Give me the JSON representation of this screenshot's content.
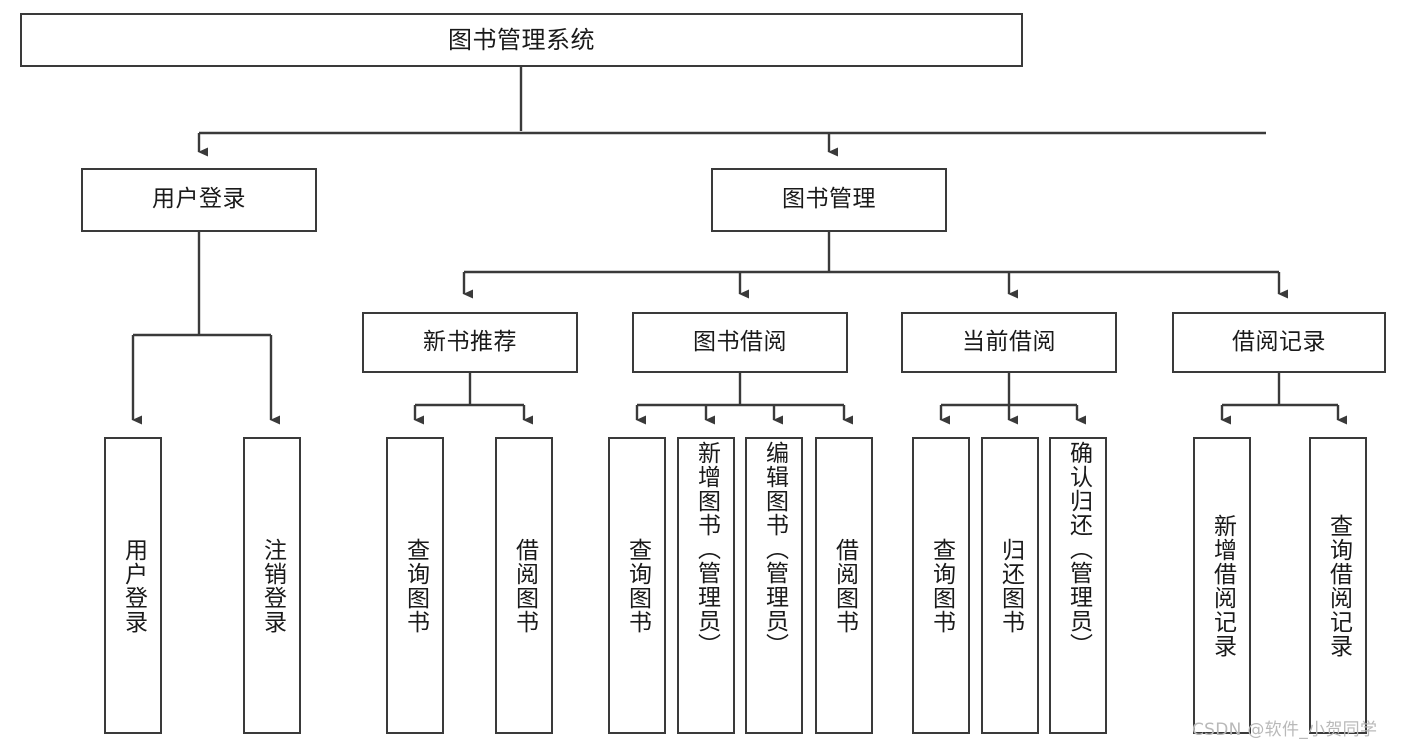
{
  "diagram": {
    "title": "图书管理系统",
    "type": "tree-hierarchy",
    "colors": {
      "stroke": "#3a3a3a",
      "fill": "#ffffff",
      "text": "#1a1a1a",
      "watermark": "#b9b9b9"
    },
    "root": {
      "label": "图书管理系统"
    },
    "level2": [
      {
        "label": "用户登录"
      },
      {
        "label": "图书管理"
      }
    ],
    "level3": [
      {
        "label": "新书推荐"
      },
      {
        "label": "图书借阅"
      },
      {
        "label": "当前借阅"
      },
      {
        "label": "借阅记录"
      }
    ],
    "leaves": {
      "user_login": [
        {
          "label": "用户登录"
        },
        {
          "label": "注销登录"
        }
      ],
      "new_book": [
        {
          "label": "查询图书"
        },
        {
          "label": "借阅图书"
        }
      ],
      "book_borrow": [
        {
          "label": "查询图书"
        },
        {
          "label": "新增图书（管理员）"
        },
        {
          "label": "编辑图书（管理员）"
        },
        {
          "label": "借阅图书"
        }
      ],
      "current_borrow": [
        {
          "label": "查询图书"
        },
        {
          "label": "归还图书"
        },
        {
          "label": "确认归还（管理员）"
        }
      ],
      "borrow_record": [
        {
          "label": "新增借阅记录"
        },
        {
          "label": "查询借阅记录"
        }
      ]
    }
  },
  "watermark": {
    "text": "CSDN @软件_小贺同学"
  }
}
